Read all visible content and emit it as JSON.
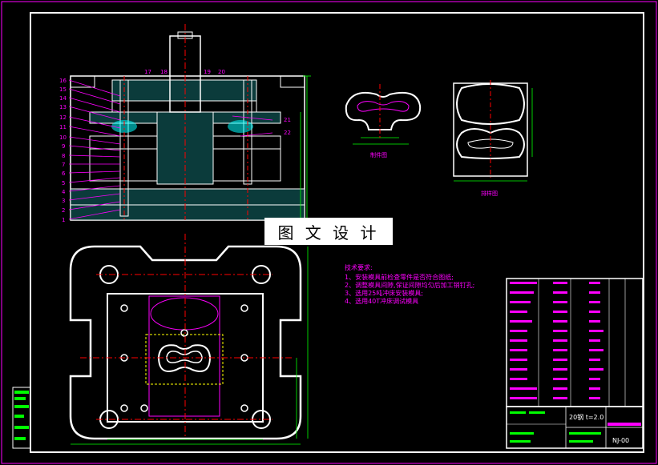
{
  "watermark": "图 文 设 计",
  "part_labels_left": [
    "16",
    "15",
    "14",
    "13",
    "12",
    "11",
    "10",
    "9",
    "8",
    "7",
    "6",
    "5",
    "4",
    "3",
    "2",
    "1"
  ],
  "part_labels_top": [
    "17",
    "18",
    "19",
    "20"
  ],
  "part_labels_right": [
    "21",
    "22"
  ],
  "view_labels": {
    "part": "制件图",
    "layout": "排样图"
  },
  "notes": {
    "title": "技术要求:",
    "items": [
      "1、安装模具前检查零件是否符合图纸;",
      "2、调整模具间隙,保证间隙均匀后加工销钉孔;",
      "3、选用25吨冲床安装模具;",
      "4、选用40T冲床调试模具"
    ]
  },
  "title_block": {
    "material": "20钢 t=2.0",
    "drawing_no": "NJ-00"
  },
  "colors": {
    "frame": "#ffffff",
    "border": "#ff00ff",
    "center": "#ff0000",
    "dim": "#00ff00",
    "note": "#ff00ff",
    "hatch": "#00ffff"
  }
}
